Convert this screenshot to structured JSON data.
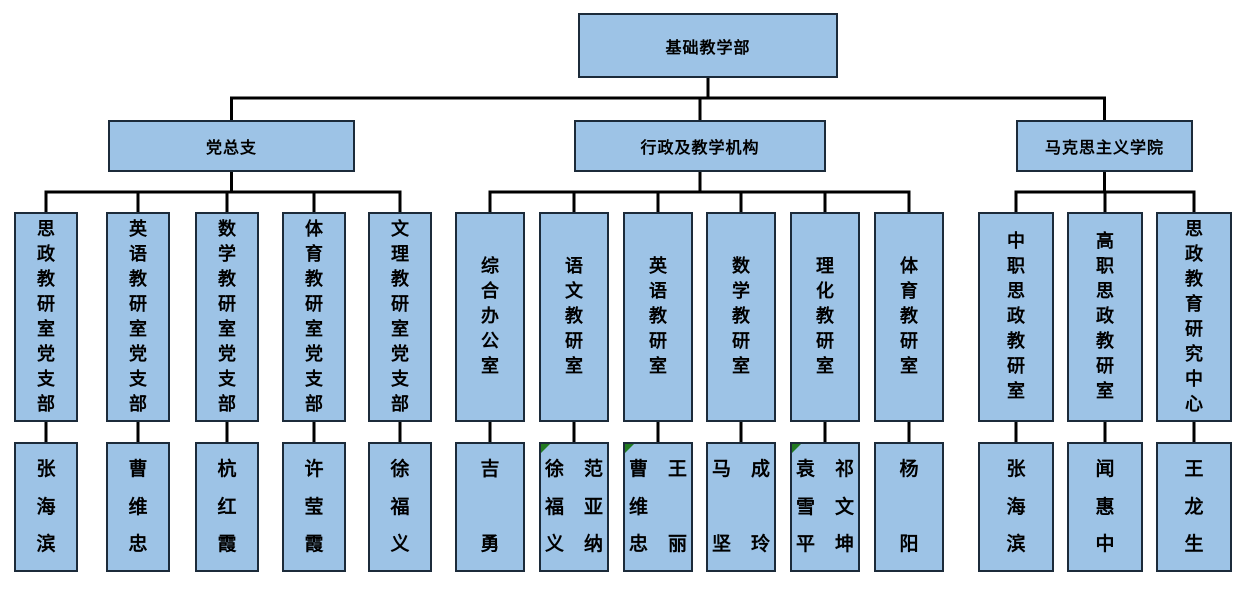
{
  "root": {
    "label": "基础教学部"
  },
  "colors": {
    "box_fill": "#9DC3E6",
    "box_border": "#1c2b3a",
    "connector": "#000000",
    "corner_marker": "#217a21"
  },
  "groups": [
    {
      "label": "党总支",
      "children": [
        {
          "dept": "思政教研室党支部",
          "names": [
            "张海滨"
          ]
        },
        {
          "dept": "英语教研室党支部",
          "names": [
            "曹维忠"
          ]
        },
        {
          "dept": "数学教研室党支部",
          "names": [
            "杭红霞"
          ]
        },
        {
          "dept": "体育教研室党支部",
          "names": [
            "许莹霞"
          ]
        },
        {
          "dept": "文理教研室党支部",
          "names": [
            "徐福义"
          ]
        }
      ]
    },
    {
      "label": "行政及教学机构",
      "children": [
        {
          "dept": "综合办公室",
          "names": [
            "吉勇"
          ]
        },
        {
          "dept": "语文教研室",
          "names": [
            "徐福义",
            "范亚纳"
          ],
          "marker": true
        },
        {
          "dept": "英语教研室",
          "names": [
            "曹维忠",
            "王丽"
          ],
          "marker": true
        },
        {
          "dept": "数学教研室",
          "names": [
            "马坚",
            "成玲"
          ]
        },
        {
          "dept": "理化教研室",
          "names": [
            "袁雪平",
            "祁文坤"
          ],
          "marker": true
        },
        {
          "dept": "体育教研室",
          "names": [
            "杨阳"
          ]
        }
      ]
    },
    {
      "label": "马克思主义学院",
      "children": [
        {
          "dept": "中职思政教研室",
          "names": [
            "张海滨"
          ]
        },
        {
          "dept": "高职思政教研室",
          "names": [
            "闻惠中"
          ]
        },
        {
          "dept": "思政教育研究中心",
          "names": [
            "王龙生"
          ]
        }
      ]
    }
  ]
}
